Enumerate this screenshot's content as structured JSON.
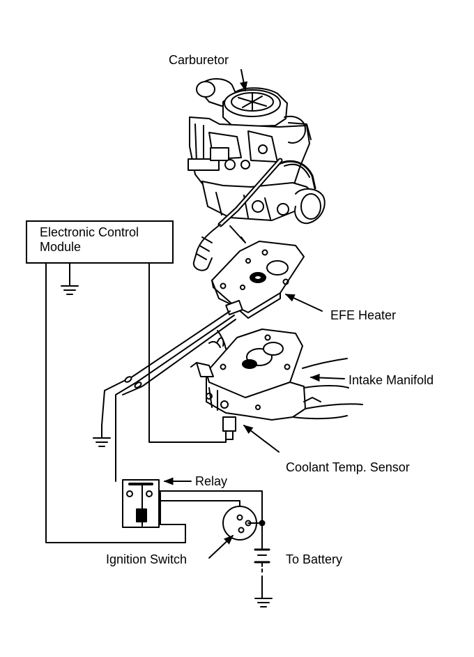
{
  "diagram": {
    "labels": {
      "carburetor": "Carburetor",
      "ecm_line1": "Electronic Control",
      "ecm_line2": "Module",
      "efe_heater": "EFE Heater",
      "intake_manifold": "Intake Manifold",
      "coolant_sensor": "Coolant Temp. Sensor",
      "relay": "Relay",
      "ignition_switch": "Ignition Switch",
      "to_battery": "To Battery"
    },
    "icons": [
      "carburetor-drawing",
      "efe-heater-drawing",
      "intake-manifold-drawing",
      "coolant-sensor-drawing",
      "relay-symbol",
      "ignition-switch-symbol",
      "battery-symbol",
      "ground-symbol"
    ],
    "colors": {
      "ink": "#000000",
      "paper": "#ffffff"
    }
  }
}
